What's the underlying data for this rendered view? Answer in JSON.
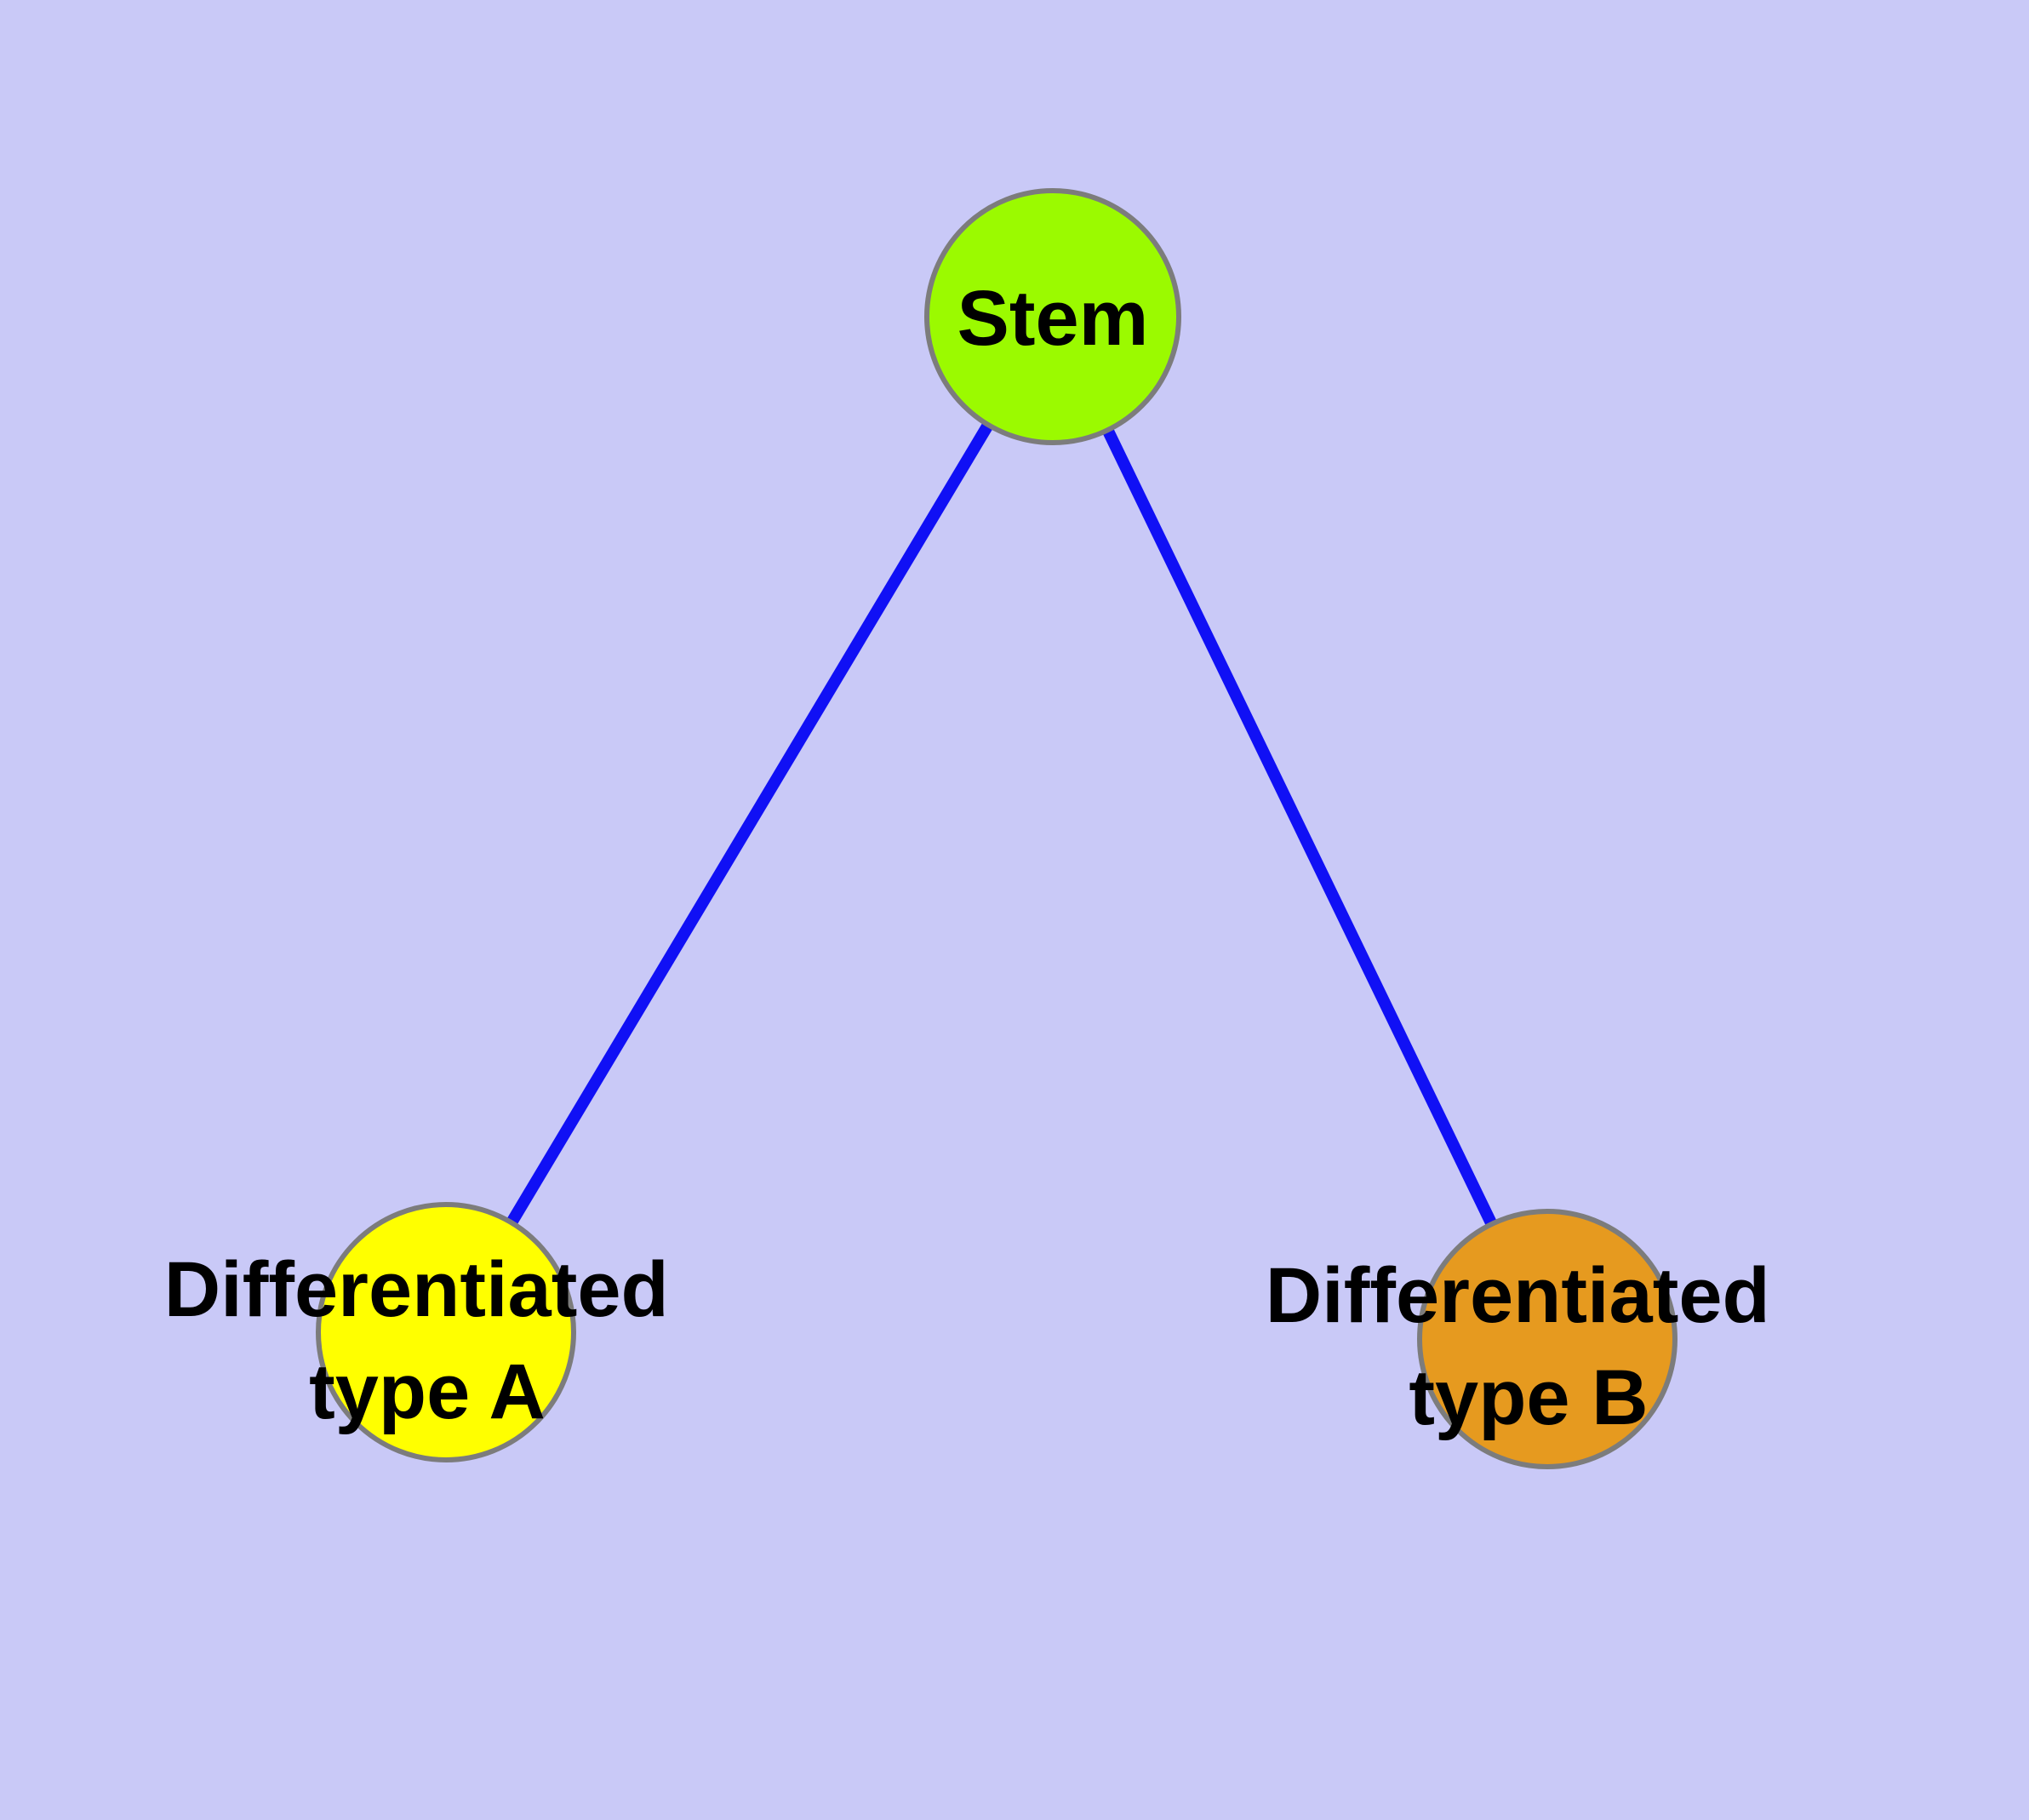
{
  "diagram": {
    "title": "",
    "background_color": "#C9C9F7",
    "edge_color": "#1010F5",
    "node_border_color": "#7C7C7C",
    "label_color": "#000000",
    "nodes": {
      "stem": {
        "label": "Stem",
        "color": "#9BFA00"
      },
      "type_a": {
        "label_line1": "Differentiated",
        "label_line2": "type A",
        "color": "#FFFF00"
      },
      "type_b": {
        "label_line1": "Differentiated",
        "label_line2": "type B",
        "color": "#E69A1F"
      }
    },
    "edges": [
      {
        "from": "Stem",
        "to": "Differentiated type A"
      },
      {
        "from": "Stem",
        "to": "Differentiated type B"
      }
    ]
  }
}
